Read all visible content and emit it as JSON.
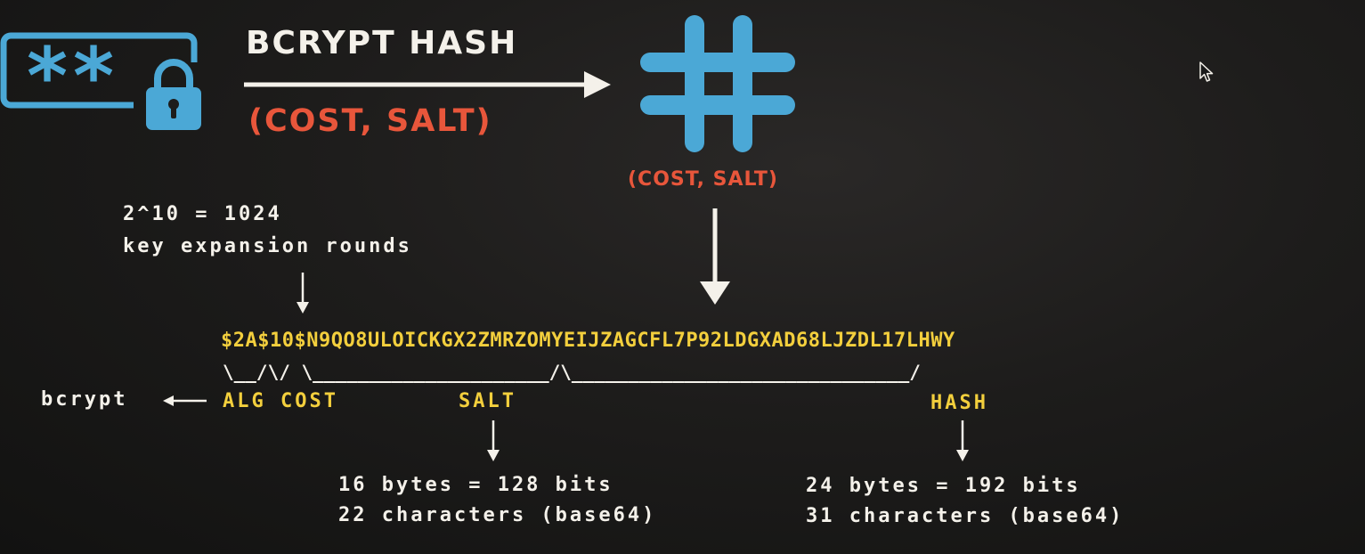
{
  "header": {
    "title": "BCRYPT HASH",
    "params_top": "(COST, SALT)",
    "params_right": "(COST, SALT)"
  },
  "password_icon": {
    "masked_text": "**"
  },
  "cost_note": {
    "line1": "2^10 = 1024",
    "line2": "key expansion rounds"
  },
  "hash_string": "$2A$10$N9QO8ULOICKGX2ZMRZOMYEIJZAGCFL7P92LDGXAD68LJZDL17LHWY",
  "brackets": "\\__/\\/ \\_____________________/\\______________________________/",
  "labels": {
    "bcrypt": "bcrypt",
    "alg_cost": "ALG COST",
    "salt": "SALT",
    "hash": "HASH"
  },
  "salt_info": {
    "bytes": "16 bytes = 128 bits",
    "chars": "22 characters (base64)"
  },
  "hash_info": {
    "bytes": "24 bytes = 192 bits",
    "chars": "31 characters (base64)"
  },
  "colors": {
    "background": "#1d1c1b",
    "text": "#f4f1ea",
    "accent_blue": "#4ba8d6",
    "accent_red": "#e8563b",
    "accent_yellow": "#f3cf3d"
  },
  "icons": [
    "password-field-icon",
    "padlock-icon",
    "hash-icon",
    "mouse-cursor-icon"
  ]
}
